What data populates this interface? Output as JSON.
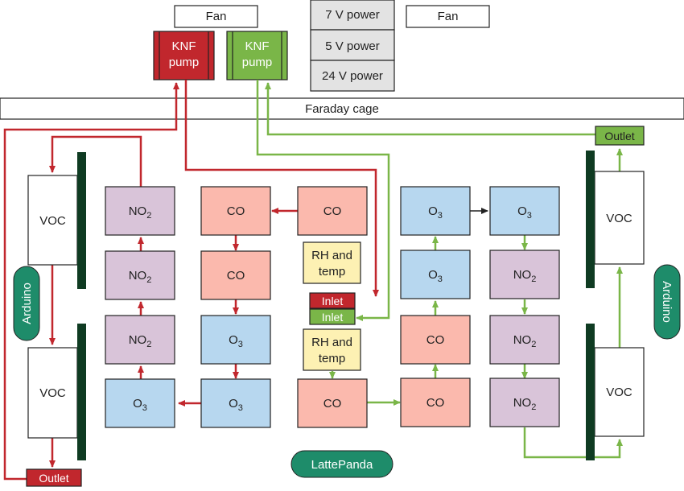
{
  "top": {
    "fan_left": "Fan",
    "fan_right": "Fan",
    "power_7v": "7 V power",
    "power_5v": "5 V power",
    "power_24v": "24 V power",
    "pump_red_line1": "KNF",
    "pump_red_line2": "pump",
    "pump_green_line1": "KNF",
    "pump_green_line2": "pump"
  },
  "faraday_cage": "Faraday cage",
  "left_voc_upper": "VOC",
  "left_voc_lower": "VOC",
  "right_voc_upper": "VOC",
  "right_voc_lower": "VOC",
  "arduino_left": "Arduino",
  "arduino_right": "Arduino",
  "lattepanda": "LattePanda",
  "outlet_red": "Outlet",
  "outlet_green": "Outlet",
  "inlet_red": "Inlet",
  "inlet_green": "Inlet",
  "rh_temp_upper_line1": "RH and",
  "rh_temp_upper_line2": "temp",
  "rh_temp_lower_line1": "RH and",
  "rh_temp_lower_line2": "temp",
  "sensors": {
    "col1_row1": {
      "base": "NO",
      "sub": "2"
    },
    "col1_row2": {
      "base": "NO",
      "sub": "2"
    },
    "col1_row3": {
      "base": "NO",
      "sub": "2"
    },
    "col1_row4": {
      "base": "O",
      "sub": "3"
    },
    "col2_row1": {
      "base": "CO",
      "sub": ""
    },
    "col2_row2": {
      "base": "CO",
      "sub": ""
    },
    "col2_row3": {
      "base": "O",
      "sub": "3"
    },
    "col2_row4": {
      "base": "O",
      "sub": "3"
    },
    "col3_row1": {
      "base": "CO",
      "sub": ""
    },
    "col3_row4": {
      "base": "CO",
      "sub": ""
    },
    "col4_row1": {
      "base": "O",
      "sub": "3"
    },
    "col4_row2": {
      "base": "O",
      "sub": "3"
    },
    "col4_row3": {
      "base": "CO",
      "sub": ""
    },
    "col4_row4": {
      "base": "CO",
      "sub": ""
    },
    "col5_row1": {
      "base": "O",
      "sub": "3"
    },
    "col5_row2": {
      "base": "NO",
      "sub": "2"
    },
    "col5_row3": {
      "base": "NO",
      "sub": "2"
    },
    "col5_row4": {
      "base": "NO",
      "sub": "2"
    }
  },
  "colors": {
    "red_flow": "#c1272d",
    "green_flow": "#7ab648",
    "no2_fill": "#d9c4d9",
    "co_fill": "#fbb9ad",
    "o3_fill": "#b7d7ef",
    "rh_fill": "#fdf1b3",
    "arduino_fill": "#1e8c6a",
    "dark_bar": "#0f3b22",
    "power_fill": "#e3e3e3"
  }
}
